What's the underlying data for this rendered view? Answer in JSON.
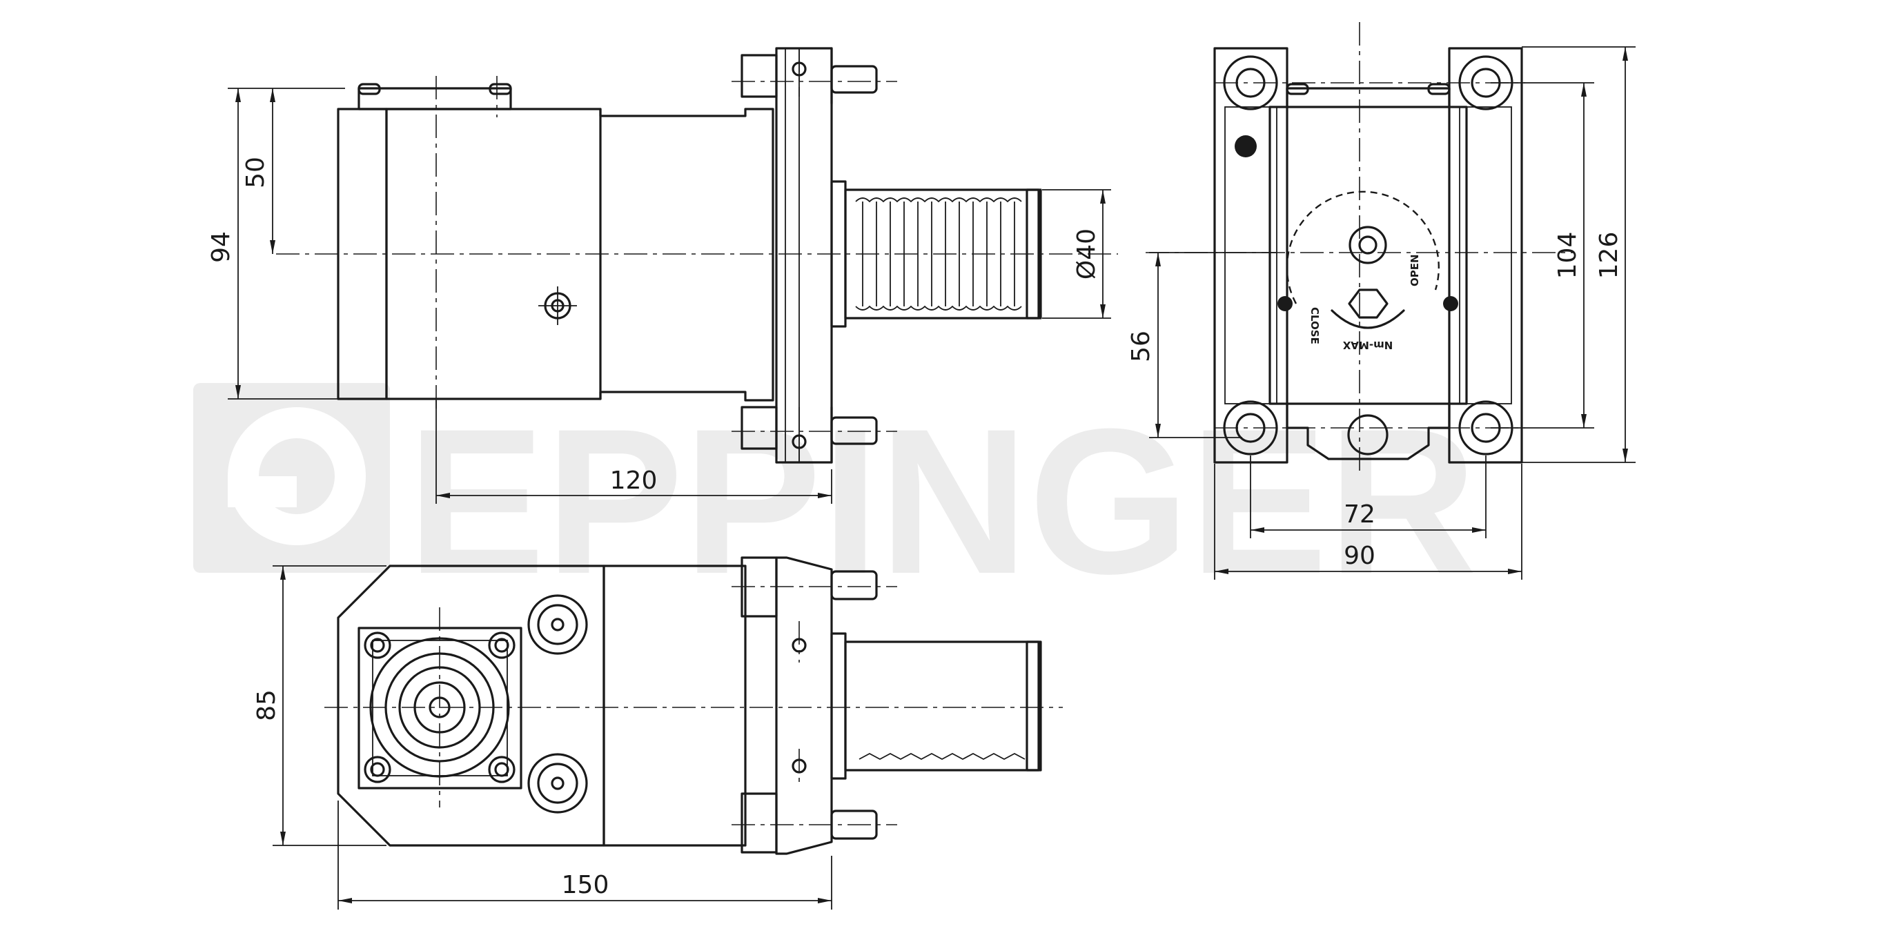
{
  "watermark": {
    "text": "EPPINGER",
    "color": "#ececec"
  },
  "dimensions": {
    "side_height_total": "94",
    "side_height_center": "50",
    "side_length": "120",
    "shank_diameter": "Ø40",
    "front_center_height": "56",
    "front_height_inner": "104",
    "front_height_outer": "126",
    "front_width_inner": "72",
    "front_width_outer": "90",
    "top_width": "85",
    "top_length": "150"
  },
  "labels": {
    "close": "CLOSE",
    "open": "OPEN",
    "torque": "Nm-MAX"
  },
  "colors": {
    "line": "#1a1a1a",
    "background": "#ffffff"
  }
}
